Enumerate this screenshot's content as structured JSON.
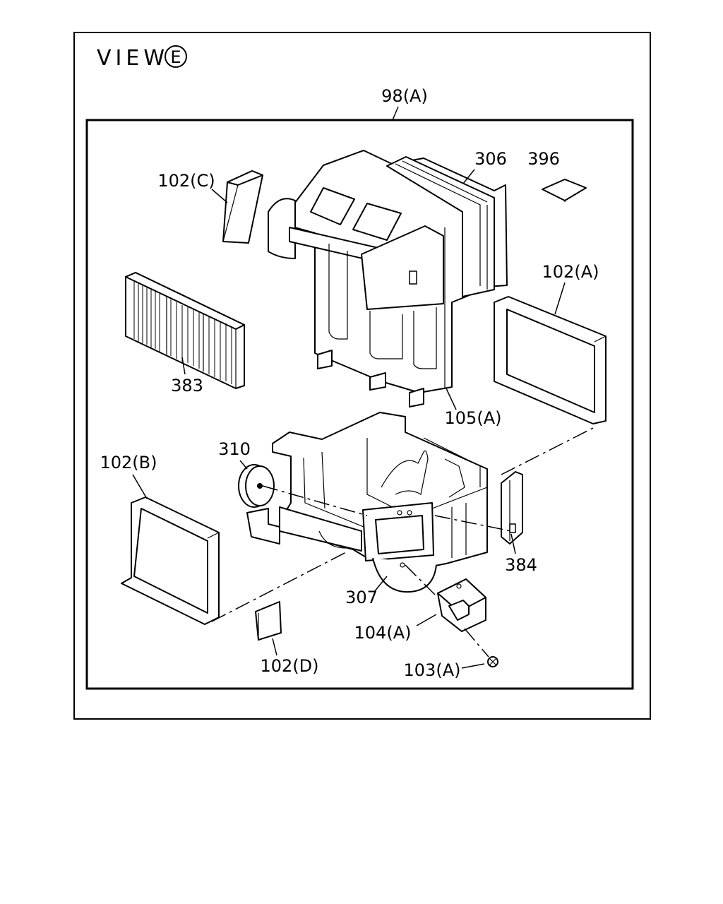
{
  "view": {
    "prefix": "VIEW",
    "letter": "E"
  },
  "assembly_label": "98(A)",
  "parts": {
    "p102c": "102(C)",
    "p306": "306",
    "p396": "396",
    "p102a": "102(A)",
    "p383": "383",
    "p105a": "105(A)",
    "p310": "310",
    "p102b": "102(B)",
    "p384": "384",
    "p307": "307",
    "p104a": "104(A)",
    "p102d": "102(D)",
    "p103a": "103(A)"
  }
}
